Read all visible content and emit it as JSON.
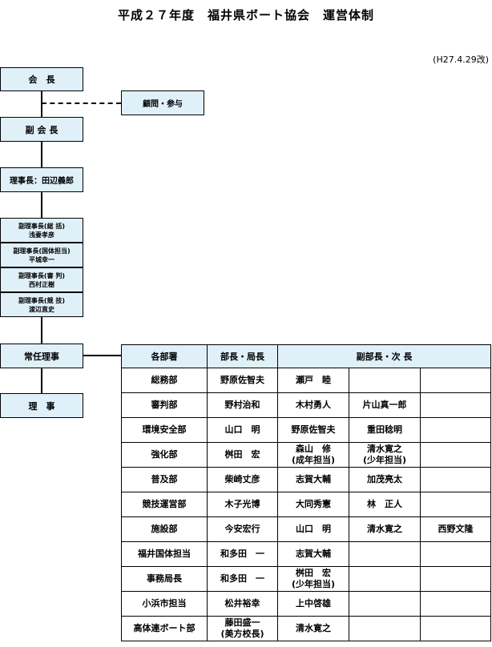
{
  "title": "平成２７年度　福井県ボート協会　運営体制",
  "date": "(H27.4.29改)",
  "chart": {
    "president": "会　長",
    "advisor": "顧問・参与",
    "vice_president": "副 会 長",
    "chairman": "理事長：田辺義郎",
    "vice_chairmen": [
      {
        "role": "副理事長(総 括)",
        "name": "浅妻孝彦"
      },
      {
        "role": "副理事長(国体担当)",
        "name": "平城幸一"
      },
      {
        "role": "副理事長(審 判)",
        "name": "西村正樹"
      },
      {
        "role": "副理事長(競 技)",
        "name": "渡辺直史"
      }
    ],
    "standing_director": "常任理事",
    "director": "理　事"
  },
  "table": {
    "headers": [
      "各部署",
      "部長・局長",
      "副部長・次 長"
    ],
    "rows": [
      {
        "dept": "総務部",
        "head": "野原佐智夫",
        "deputies": [
          "瀬戸　睦",
          "",
          ""
        ]
      },
      {
        "dept": "審判部",
        "head": "野村治和",
        "deputies": [
          "木村勇人",
          "片山真一郎",
          ""
        ]
      },
      {
        "dept": "環境安全部",
        "head": "山口　明",
        "deputies": [
          "野原佐智夫",
          "重田稔明",
          ""
        ]
      },
      {
        "dept": "強化部",
        "head": "桝田　宏",
        "deputies": [
          "森山　修\n(成年担当)",
          "清水寛之\n(少年担当)",
          ""
        ]
      },
      {
        "dept": "普及部",
        "head": "柴崎丈彦",
        "deputies": [
          "志賀大輔",
          "加茂亮太",
          ""
        ]
      },
      {
        "dept": "競技運営部",
        "head": "木子光博",
        "deputies": [
          "大同秀憲",
          "林　正人",
          ""
        ]
      },
      {
        "dept": "施設部",
        "head": "今安宏行",
        "deputies": [
          "山口　明",
          "清水寛之",
          "西野文隆"
        ]
      },
      {
        "dept": "福井国体担当",
        "head": "和多田　一",
        "deputies": [
          "志賀大輔",
          "",
          ""
        ]
      },
      {
        "dept": "事務局長",
        "head": "和多田　一",
        "deputies": [
          "桝田　宏\n(少年担当)",
          "",
          ""
        ]
      },
      {
        "dept": "小浜市担当",
        "head": "松井裕幸",
        "deputies": [
          "上中啓雄",
          "",
          ""
        ]
      },
      {
        "dept": "高体連ボート部",
        "head": "藤田盛一\n(美方校長)",
        "deputies": [
          "清水寛之",
          "",
          ""
        ]
      }
    ]
  }
}
